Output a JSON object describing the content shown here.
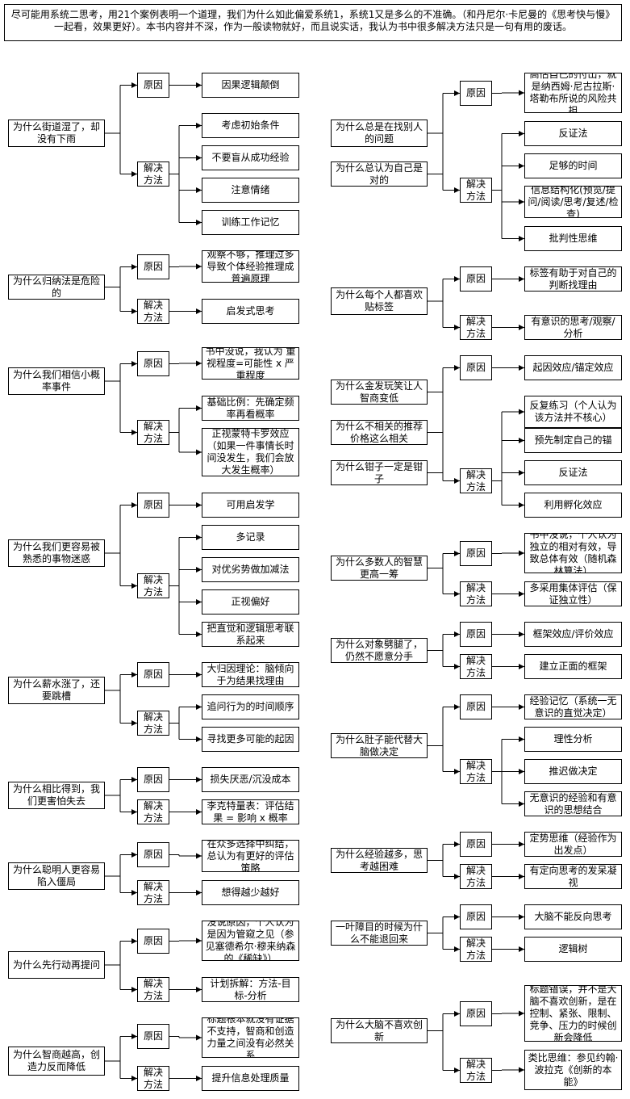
{
  "intro": "尽可能用系统二思考，用21个案例表明一个道理，我们为什么如此偏爱系统1，系统1又是多么的不准确。（和丹尼尔·卡尼曼的《思考快与慢》一起看，效果更好）。本书内容并不深，作为一般读物就好，而且说实话，我认为书中很多解决方法只是一句有用的废话。",
  "left": [
    {
      "q": "为什么街道湿了，却没有下雨",
      "cause": [
        "因果逻辑颠倒"
      ],
      "solution": [
        "考虑初始条件",
        "不要盲从成功经验",
        "注意情绪",
        "训练工作记忆"
      ]
    },
    {
      "q": "为什么归纳法是危险的",
      "cause": [
        "观察不够，推理过多导致个体经验推理成普遍原理"
      ],
      "solution": [
        "启发式思考"
      ]
    },
    {
      "q": "为什么我们相信小概率事件",
      "cause": [
        "书中没说，我认为 重视程度=可能性 x 严重程度"
      ],
      "solution": [
        "基础比例：先确定频率再看概率",
        "正视蒙特卡罗效应（如果一件事情长时间没发生，我们会放大发生概率）"
      ]
    },
    {
      "q": "为什么我们更容易被熟悉的事物迷惑",
      "cause": [
        "可用启发学"
      ],
      "solution": [
        "多记录",
        "对优劣势做加减法",
        "正视偏好",
        "把直觉和逻辑思考联系起来"
      ]
    },
    {
      "q": "为什么薪水涨了，还要跳槽",
      "cause": [
        "大归因理论：脑倾向于为结果找理由"
      ],
      "solution": [
        "追问行为的时间顺序",
        "寻找更多可能的起因"
      ]
    },
    {
      "q": "为什么相比得到，我们更害怕失去",
      "cause": [
        "损失厌恶/沉没成本"
      ],
      "solution": [
        "李克特量表：评估结果 = 影响 x 概率"
      ]
    },
    {
      "q": "为什么聪明人更容易陷入僵局",
      "cause": [
        "在众多选择中纠结，总认为有更好的评估策略"
      ],
      "solution": [
        "想得越少越好"
      ]
    },
    {
      "q": "为什么先行动再提问",
      "cause": [
        "没说原因，个人认为是因为管窥之见（参见塞德希尔·穆来纳森的《稀缺》）"
      ],
      "solution": [
        "计划拆解：方法-目标-分析"
      ]
    },
    {
      "q": "为什么智商越高，创造力反而降低",
      "cause": [
        "标题根本就没有证据不支持，智商和创造力量之间没有必然关系"
      ],
      "solution": [
        "提升信息处理质量"
      ]
    }
  ],
  "right": [
    {
      "qs": [
        "为什么总是在找别人的问题",
        "为什么总认为自己是对的"
      ],
      "cause": [
        "高估自己的付出，就是纳西姆·尼古拉斯·塔勒布所说的风险共担"
      ],
      "solution": [
        "反证法",
        "足够的时间",
        "信息结构化(预览/提问/阅读/思考/复述/检查)",
        "批判性思维"
      ]
    },
    {
      "qs": [
        "为什么每个人都喜欢贴标签"
      ],
      "cause": [
        "标签有助于对自己的判断找理由"
      ],
      "solution": [
        "有意识的思考/观察/分析"
      ]
    },
    {
      "qs": [
        "为什么金发玩笑让人智商变低",
        "为什么不相关的推荐价格这么相关",
        "为什么钳子一定是钳子"
      ],
      "cause": [
        "起因效应/锚定效应"
      ],
      "solution": [
        "反复练习（个人认为该方法并不核心）",
        "预先制定自己的锚",
        "反证法",
        "利用孵化效应"
      ]
    },
    {
      "qs": [
        "为什么多数人的智慧更高一筹"
      ],
      "cause": [
        "书中没说，个人认为独立的相对有效，导致总体有效（随机森林算法）"
      ],
      "solution": [
        "多采用集体评估（保证独立性）"
      ]
    },
    {
      "qs": [
        "为什么对象劈腿了，仍然不愿意分手"
      ],
      "cause": [
        "框架效应/评价效应"
      ],
      "solution": [
        "建立正面的框架"
      ]
    },
    {
      "qs": [
        "为什么肚子能代替大脑做决定"
      ],
      "cause": [
        "经验记忆（系统一无意识的直觉决定）"
      ],
      "solution": [
        "理性分析",
        "推迟做决定",
        "无意识的经验和有意识的思想结合"
      ]
    },
    {
      "qs": [
        "为什么经验越多，思考越困难"
      ],
      "cause": [
        "定势思维（经验作为出发点）"
      ],
      "solution": [
        "有定向思考的发呆凝视"
      ]
    },
    {
      "qs": [
        "一叶障目的时候为什么不能退回来"
      ],
      "cause": [
        "大脑不能反向思考"
      ],
      "solution": [
        "逻辑树"
      ]
    },
    {
      "qs": [
        "为什么大脑不喜欢创新"
      ],
      "cause": [
        "标题错误，并不是大脑不喜欢创新，是在控制、紧张、限制、竞争、压力的时候创新会降低"
      ],
      "solution": [
        "类比思维：参见约翰·波拉克《创新的本能》"
      ]
    }
  ],
  "labels": {
    "cause": "原因",
    "solution": "解决方法"
  }
}
